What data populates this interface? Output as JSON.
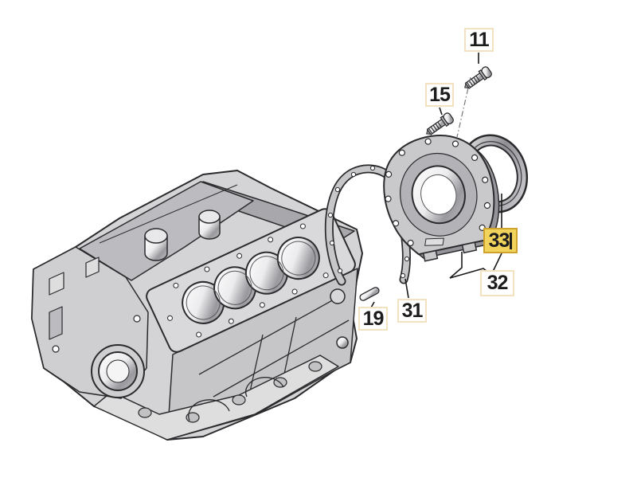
{
  "diagram": {
    "title": "engine-parts-exploded-diagram",
    "background": "#ffffff",
    "callouts": [
      {
        "part": "bolt-upper",
        "label": "11",
        "highlighted": false
      },
      {
        "part": "bolt-lower",
        "label": "15",
        "highlighted": false
      },
      {
        "part": "dowel-pin",
        "label": "19",
        "highlighted": false
      },
      {
        "part": "timing-gasket",
        "label": "31",
        "highlighted": false
      },
      {
        "part": "sealing-flange-group",
        "label": "32",
        "highlighted": false
      },
      {
        "part": "seal-ring",
        "label": "33",
        "highlighted": true,
        "text_cursor": true
      }
    ],
    "parts": [
      {
        "callout": "11",
        "icon": "bolt-icon"
      },
      {
        "callout": "15",
        "icon": "bolt-icon"
      },
      {
        "callout": "19",
        "icon": "dowel-pin-icon"
      },
      {
        "callout": "31",
        "icon": "gasket-icon"
      },
      {
        "callout": "32",
        "icon": "sealing-flange-icon"
      },
      {
        "callout": "33",
        "icon": "seal-ring-icon"
      }
    ],
    "colors": {
      "highlight_bg": "#F2D35C",
      "highlight_border": "#CFA22E",
      "callout_bg": "#FFFFFF",
      "callout_border": "#F2E2C0",
      "line": "#2B2B2E",
      "part_fill": "#D4D4D7",
      "part_shade": "#B5B5B9"
    }
  }
}
